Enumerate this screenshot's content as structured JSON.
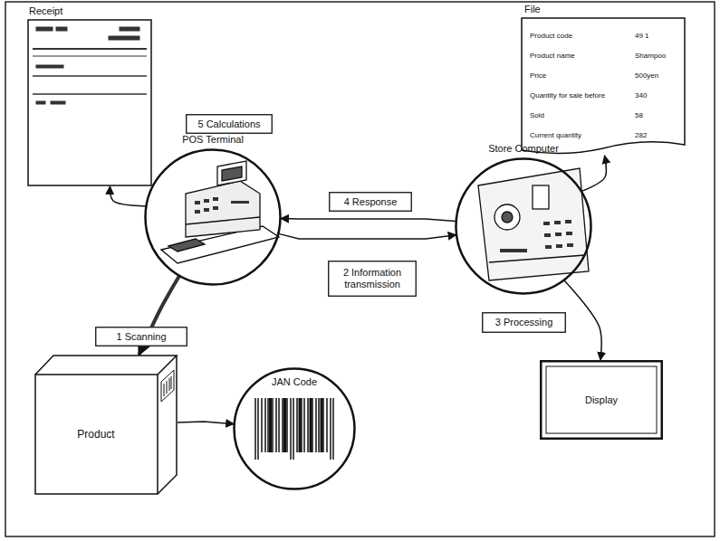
{
  "diagram": {
    "nodes": [
      {
        "text": [
          "Receipt"
        ]
      },
      {
        "text": [
          "File",
          "Product code",
          "49 1",
          "Product name",
          "Shampoo",
          "Price",
          "500yen",
          "Quantity for sale before",
          "340",
          "Sold",
          "58",
          "Current quantity",
          "282"
        ]
      },
      {
        "text": [
          "5 Calculations"
        ]
      },
      {
        "text": [
          "POS Terminal"
        ]
      },
      {
        "text": [
          "Store Computer"
        ]
      },
      {
        "text": [
          "4 Response"
        ]
      },
      {
        "text": [
          "2 Information transmission"
        ]
      },
      {
        "text": [
          "1 Scanning"
        ]
      },
      {
        "text": [
          "3 Processing"
        ]
      },
      {
        "text": [
          "Display"
        ]
      },
      {
        "text": [
          "Product"
        ]
      },
      {
        "text": [
          "JAN Code"
        ]
      }
    ],
    "edges": [
      {
        "from": 3,
        "to": 0,
        "arrow": "to"
      },
      {
        "from": 4,
        "to": 3,
        "arrow": "to"
      },
      {
        "from": 3,
        "to": 4,
        "arrow": "to"
      },
      {
        "from": 4,
        "to": 1,
        "arrow": "to"
      },
      {
        "from": 4,
        "to": 9,
        "arrow": "to"
      },
      {
        "from": 3,
        "to": 10,
        "arrow": "to"
      },
      {
        "from": 10,
        "to": 11,
        "arrow": "to"
      }
    ]
  }
}
